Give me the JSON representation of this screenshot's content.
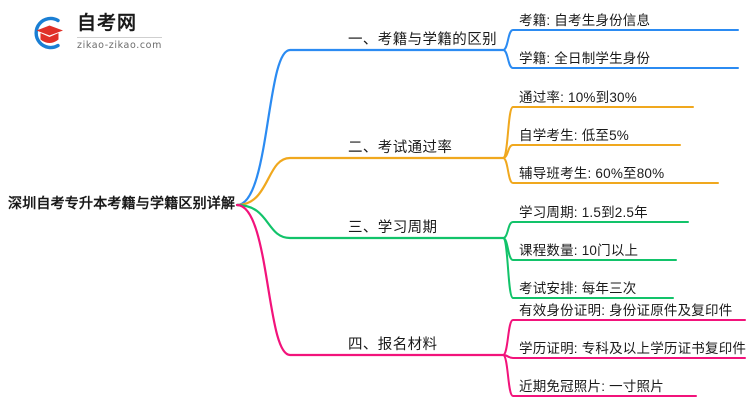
{
  "logo": {
    "name": "自考网",
    "domain": "zikao-zikao.com",
    "mark_icon": "graduation-cap-icon",
    "ring_color": "#1a7fd4",
    "cap_color": "#e03028"
  },
  "mindmap": {
    "root": {
      "label": "深圳自考专升本考籍与学籍区别详解"
    },
    "branches": [
      {
        "label": "一、考籍与学籍的区别",
        "color": "#2b8bf2",
        "children": [
          {
            "label": "考籍: 自考生身份信息"
          },
          {
            "label": "学籍: 全日制学生身份"
          }
        ]
      },
      {
        "label": "二、考试通过率",
        "color": "#f0a81e",
        "children": [
          {
            "label": "通过率: 10%到30%"
          },
          {
            "label": "自学考生: 低至5%"
          },
          {
            "label": "辅导班考生: 60%至80%"
          }
        ]
      },
      {
        "label": "三、学习周期",
        "color": "#12c36a",
        "children": [
          {
            "label": "学习周期: 1.5到2.5年"
          },
          {
            "label": "课程数量: 10门以上"
          },
          {
            "label": "考试安排: 每年三次"
          }
        ]
      },
      {
        "label": "四、报名材料",
        "color": "#f2137b",
        "children": [
          {
            "label": "有效身份证明: 身份证原件及复印件"
          },
          {
            "label": "学历证明: 专科及以上学历证书复印件"
          },
          {
            "label": "近期免冠照片: 一寸照片"
          }
        ]
      }
    ]
  }
}
